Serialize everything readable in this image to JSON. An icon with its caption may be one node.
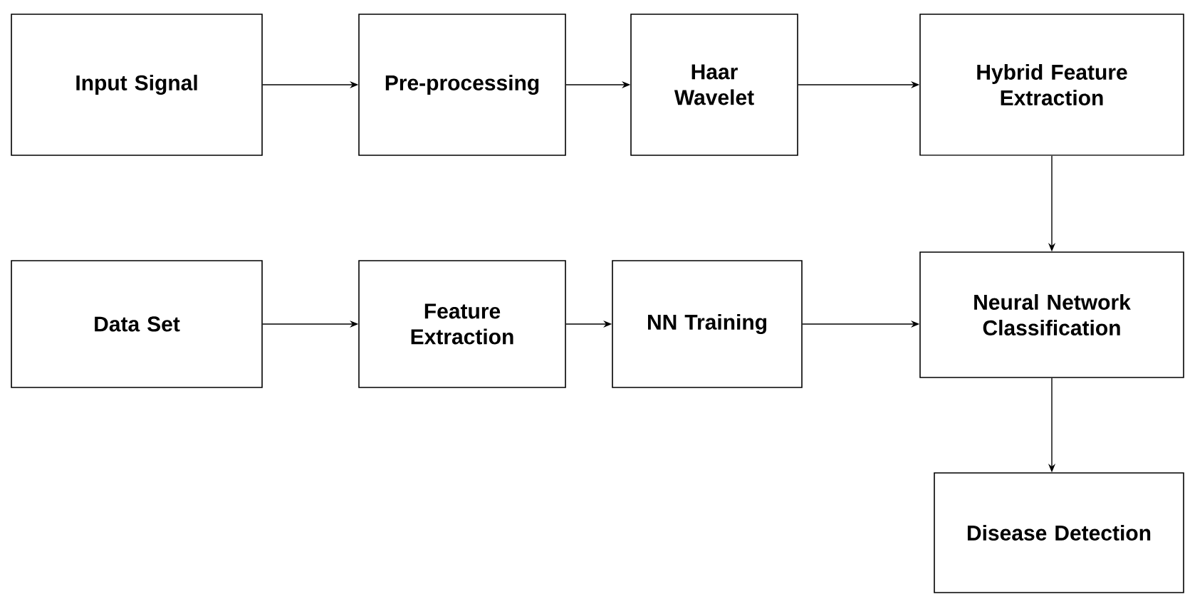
{
  "diagram": {
    "nodes": [
      {
        "text": [
          "Input Signal"
        ]
      },
      {
        "text": [
          "Pre-processing"
        ]
      },
      {
        "text": [
          "Haar Wavelet"
        ]
      },
      {
        "text": [
          "Hybrid Feature Extraction"
        ]
      },
      {
        "text": [
          "Data Set"
        ]
      },
      {
        "text": [
          "Feature Extraction"
        ]
      },
      {
        "text": [
          "NN Training"
        ]
      },
      {
        "text": [
          "Neural Network Classification"
        ]
      },
      {
        "text": [
          "Disease Detection"
        ]
      }
    ],
    "edges": [
      {
        "from": 0,
        "to": 1,
        "arrow": "to"
      },
      {
        "from": 1,
        "to": 2,
        "arrow": "to"
      },
      {
        "from": 2,
        "to": 3,
        "arrow": "to"
      },
      {
        "from": 3,
        "to": 7,
        "arrow": "to"
      },
      {
        "from": 4,
        "to": 5,
        "arrow": "to"
      },
      {
        "from": 5,
        "to": 6,
        "arrow": "to"
      },
      {
        "from": 6,
        "to": 7,
        "arrow": "to"
      },
      {
        "from": 7,
        "to": 8,
        "arrow": "to"
      }
    ]
  }
}
